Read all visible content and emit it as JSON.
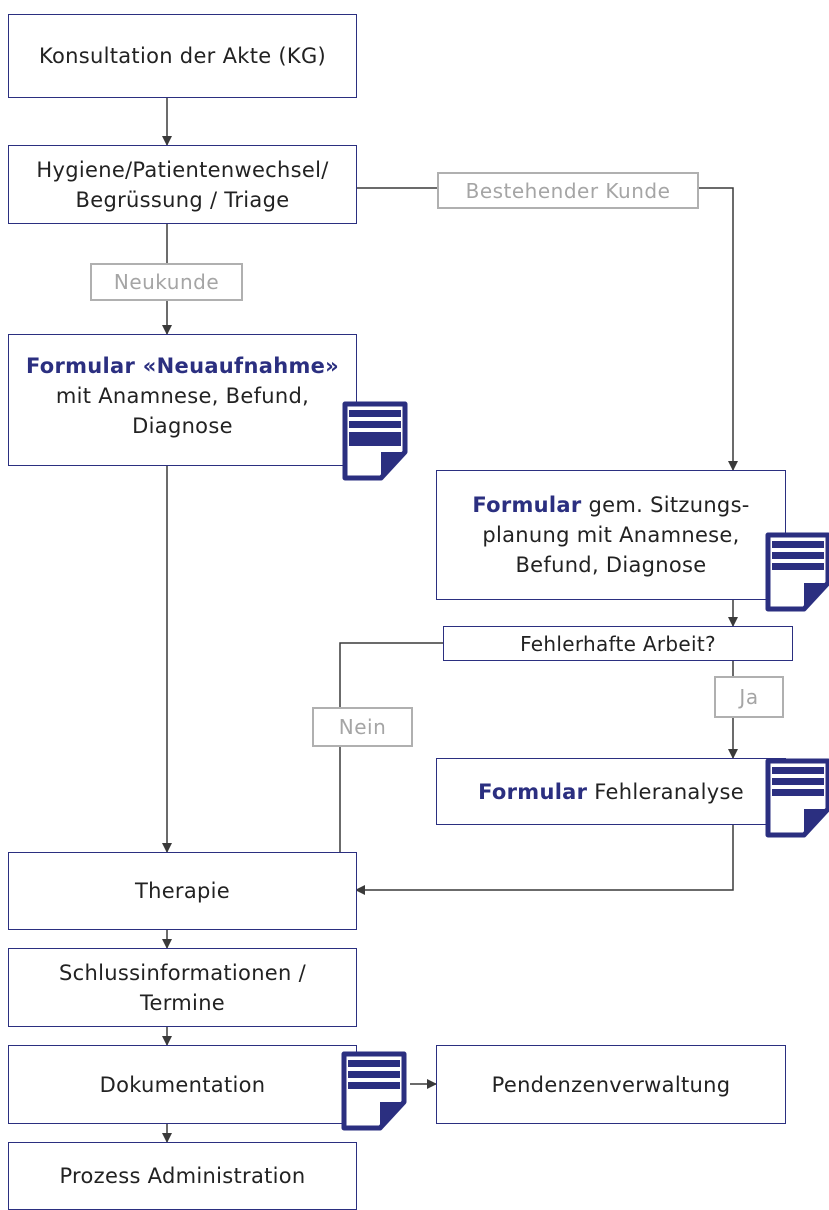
{
  "nodes": {
    "konsultation": "Konsultation der Akte (KG)",
    "hygiene_line1": "Hygiene/Patientenwechsel/",
    "hygiene_line2": "Begrüssung / Triage",
    "neuaufnahme_hl": "Formular «Neuaufnahme»",
    "neuaufnahme_line2": "mit Anamnese, Befund,",
    "neuaufnahme_line3": "Diagnose",
    "sitzung_hl": "Formular",
    "sitzung_line1_rest": " gem. Sitzungs-",
    "sitzung_line2": "planung mit Anamnese,",
    "sitzung_line3": "Befund, Diagnose",
    "fehlerhafte": "Fehlerhafte Arbeit?",
    "fehleranalyse_hl": "Formular",
    "fehleranalyse_rest": " Fehleranalyse",
    "therapie": "Therapie",
    "schluss_line1": "Schlussinformationen /",
    "schluss_line2": "Termine",
    "dokumentation": "Dokumentation",
    "pendenzen": "Pendenzenverwaltung",
    "prozess": "Prozess Administration"
  },
  "labels": {
    "bestehender": "Bestehender Kunde",
    "neukunde": "Neukunde",
    "nein": "Nein",
    "ja": "Ja"
  },
  "colors": {
    "accent": "#2b2f80",
    "line": "#3a3a3a",
    "label_border": "#b0b0b0",
    "label_text": "#a5a5a5"
  },
  "icons": [
    "document-icon",
    "document-icon",
    "document-icon",
    "document-icon"
  ]
}
